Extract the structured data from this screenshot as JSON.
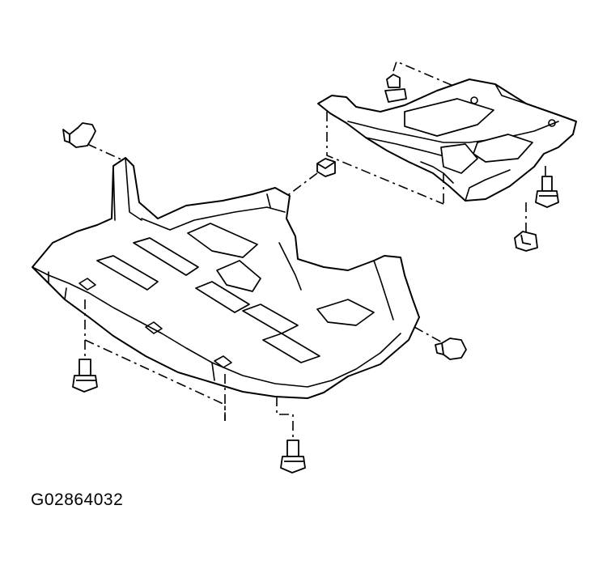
{
  "figure": {
    "id_label": "G02864032"
  },
  "parts": [
    {
      "name": "front-undercover-panel"
    },
    {
      "name": "rear-undercover-panel"
    },
    {
      "name": "clip"
    },
    {
      "name": "bolt"
    }
  ]
}
